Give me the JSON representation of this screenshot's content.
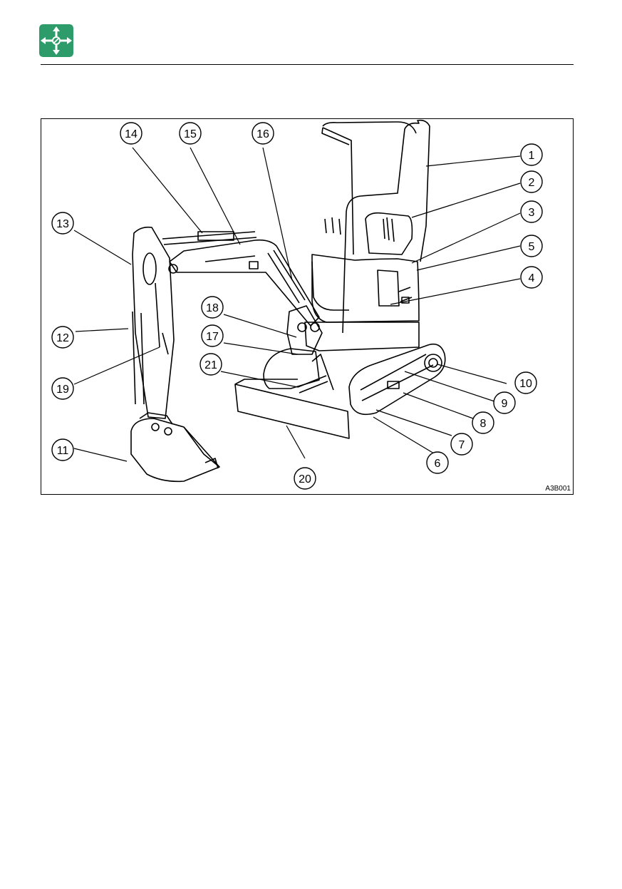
{
  "header": {
    "icon": "move-arrows-icon",
    "icon_color": "#2e9c6a"
  },
  "figure": {
    "code": "A3B001",
    "callouts": [
      "1",
      "2",
      "3",
      "4",
      "5",
      "6",
      "7",
      "8",
      "9",
      "10",
      "11",
      "12",
      "13",
      "14",
      "15",
      "16",
      "17",
      "18",
      "19",
      "20",
      "21"
    ]
  }
}
